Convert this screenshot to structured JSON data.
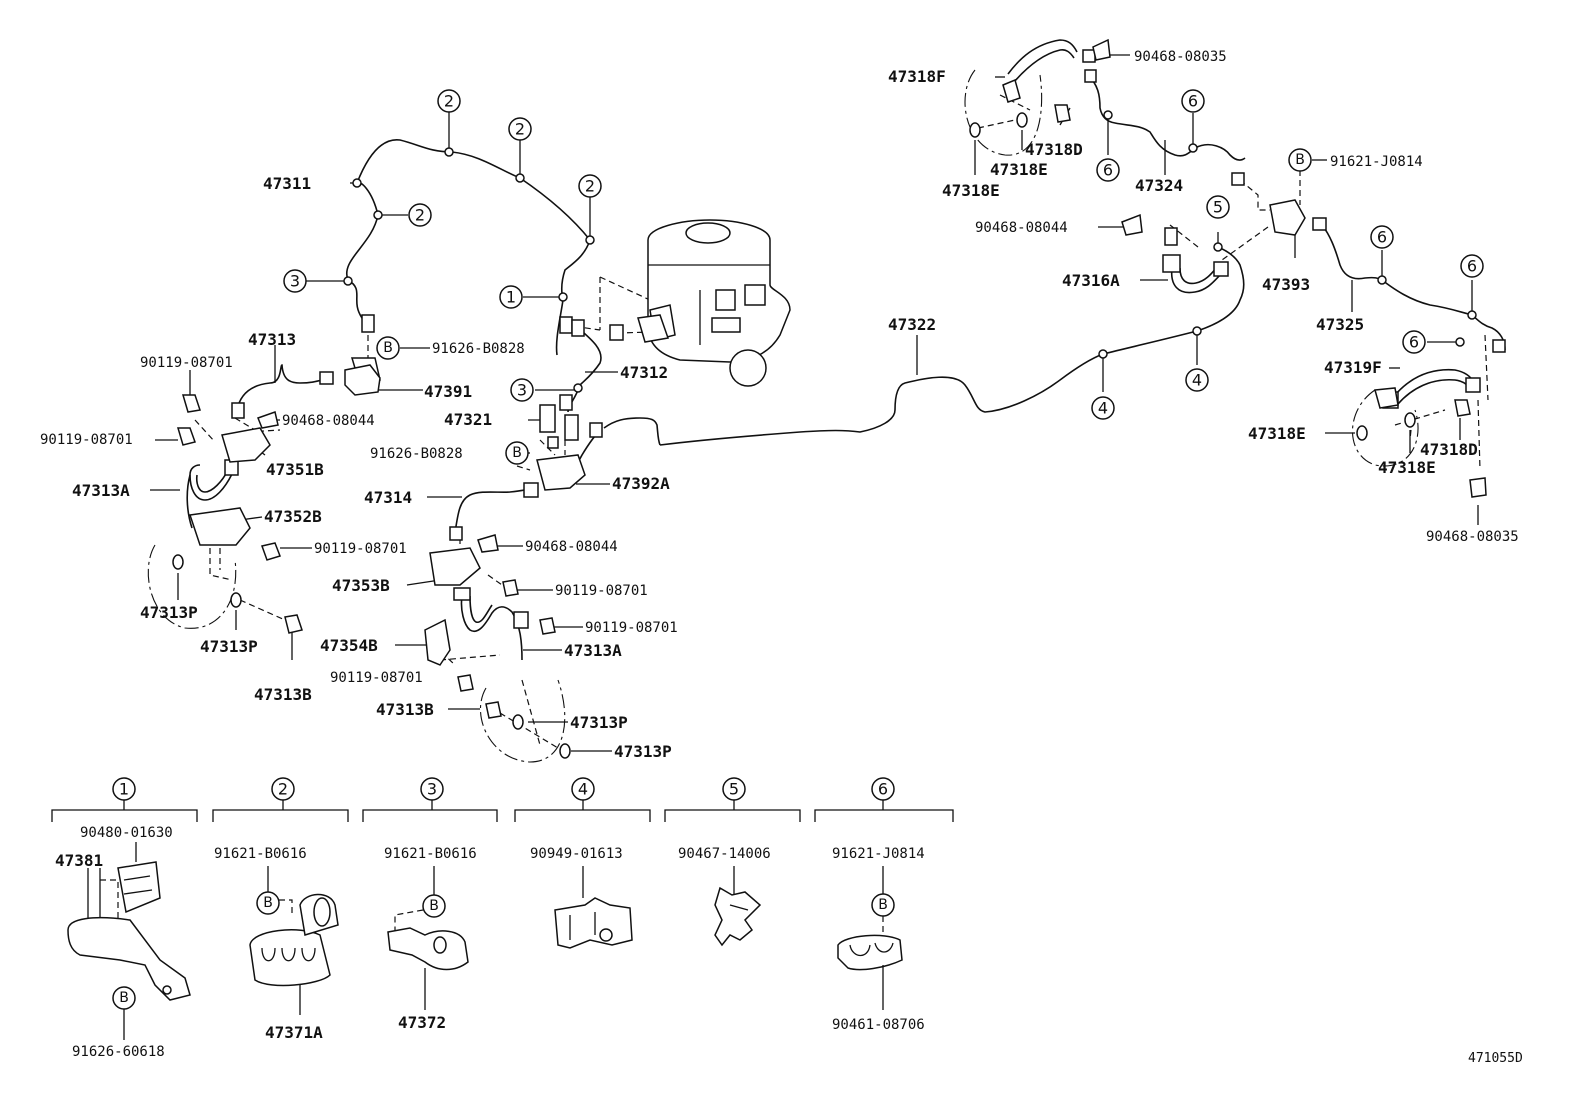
{
  "diagram": {
    "code": "471055D",
    "labels": {
      "p47311": "47311",
      "p47313": "47313",
      "p90119_a": "90119-08701",
      "p90119_b": "90119-08701",
      "p91626_b0828_a": "91626-B0828",
      "p47391": "47391",
      "p90468_08044_a": "90468-08044",
      "p47351b": "47351B",
      "p47312": "47312",
      "p47321": "47321",
      "p91626_b0828_b": "91626-B0828",
      "p47392a": "47392A",
      "p47313a_a": "47313A",
      "p47352b": "47352B",
      "p90119_c": "90119-08701",
      "p47314": "47314",
      "p90468_08044_b": "90468-08044",
      "p47313p_a": "47313P",
      "p47313p_b": "47313P",
      "p47313b_a": "47313B",
      "p47353b": "47353B",
      "p90119_d": "90119-08701",
      "p90119_e": "90119-08701",
      "p47354b": "47354B",
      "p47313a_b": "47313A",
      "p90119_f": "90119-08701",
      "p47313b_b": "47313B",
      "p47313p_c": "47313P",
      "p47313p_d": "47313P",
      "p47322": "47322",
      "p47318f": "47318F",
      "p90468_08035_a": "90468-08035",
      "p47318d_a": "47318D",
      "p47318e_a": "47318E",
      "p47318e_b": "47318E",
      "p47324": "47324",
      "p91621_j0814_a": "91621-J0814",
      "p90468_08044_c": "90468-08044",
      "p47316a": "47316A",
      "p47393": "47393",
      "p47325": "47325",
      "p47319f": "47319F",
      "p47318e_c": "47318E",
      "p47318d_b": "47318D",
      "p47318e_d": "47318E",
      "p90468_08035_b": "90468-08035"
    },
    "markers": {
      "one": "1",
      "two": "2",
      "three": "3",
      "four": "4",
      "five": "5",
      "six": "6",
      "bolt": "B"
    },
    "detail_1": {
      "number": "1",
      "top": "90480-01630",
      "left": "47381",
      "bottom": "91626-60618"
    },
    "detail_2": {
      "number": "2",
      "top": "91621-B0616",
      "bottom": "47371A"
    },
    "detail_3": {
      "number": "3",
      "top": "91621-B0616",
      "bottom": "47372"
    },
    "detail_4": {
      "number": "4",
      "top": "90949-01613"
    },
    "detail_5": {
      "number": "5",
      "top": "90467-14006"
    },
    "detail_6": {
      "number": "6",
      "top": "91621-J0814",
      "bottom": "90461-08706"
    }
  }
}
